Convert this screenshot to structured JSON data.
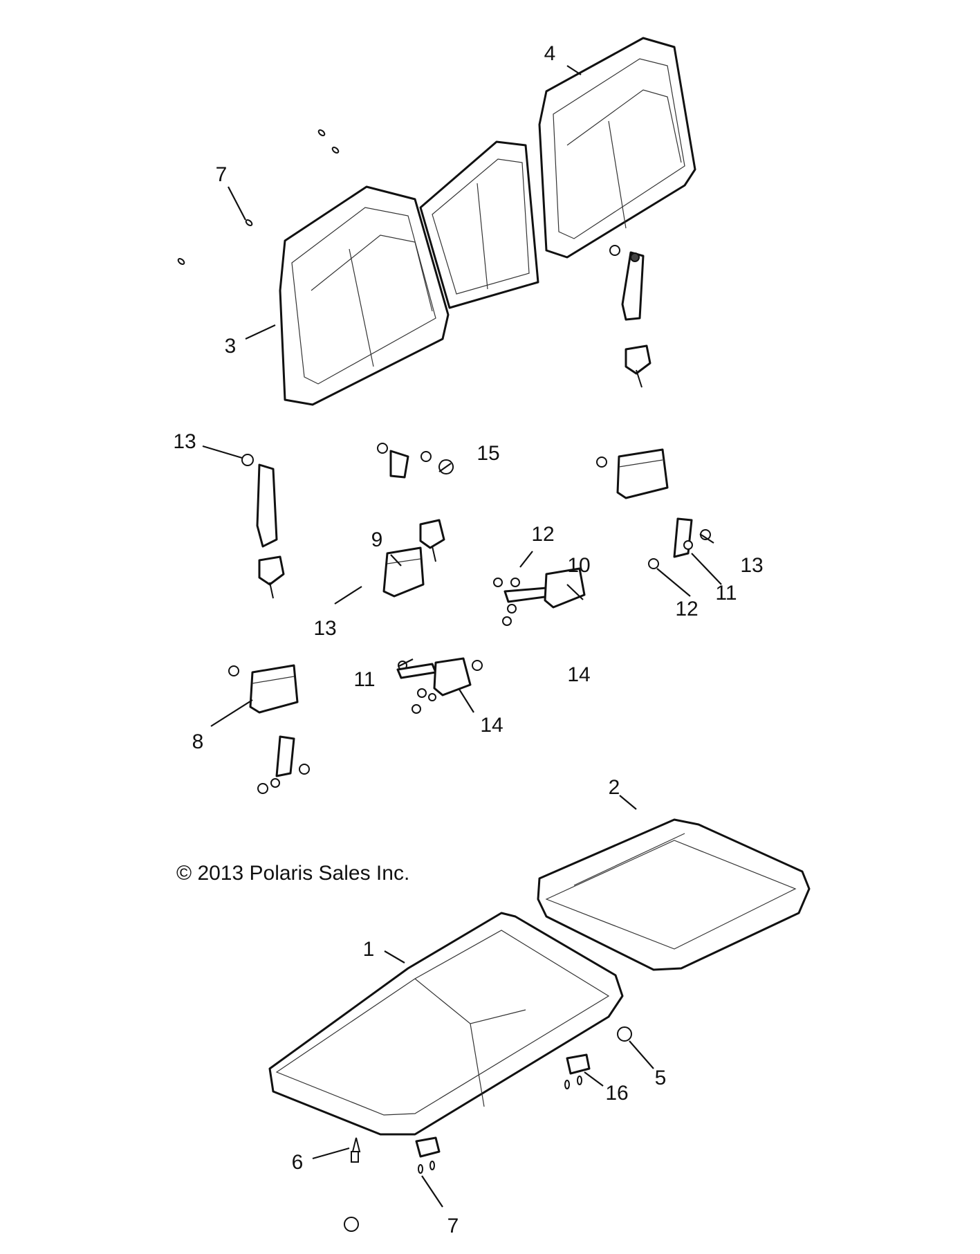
{
  "copyright": "© 2013 Polaris Sales Inc.",
  "callouts": {
    "c1": "1",
    "c2": "2",
    "c3": "3",
    "c4": "4",
    "c5": "5",
    "c6": "6",
    "c7a": "7",
    "c7b": "7",
    "c8": "8",
    "c9": "9",
    "c10": "10",
    "c11a": "11",
    "c11b": "11",
    "c12a": "12",
    "c12b": "12",
    "c13a": "13",
    "c13b": "13",
    "c13c": "13",
    "c14a": "14",
    "c14b": "14",
    "c15": "15",
    "c16": "16"
  }
}
